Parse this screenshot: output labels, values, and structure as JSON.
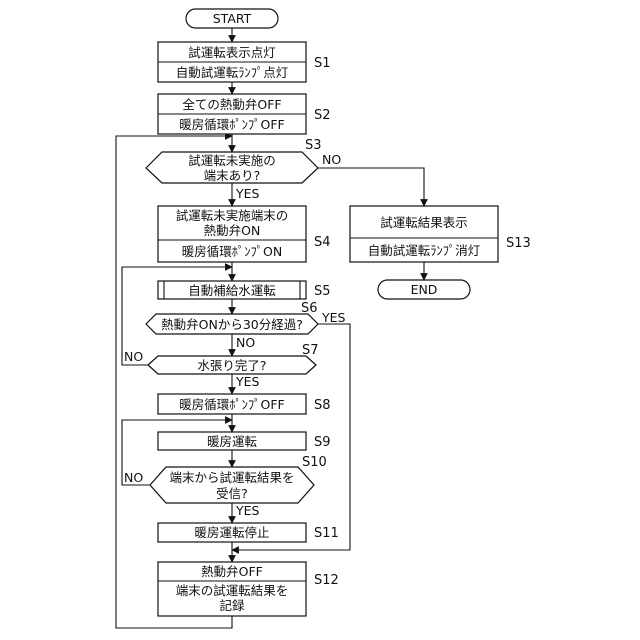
{
  "terminals": {
    "start": "START",
    "end": "END"
  },
  "steps": {
    "s1": {
      "id": "S1",
      "line1": "試運転表示点灯",
      "line2": "自動試運転ﾗﾝﾌﾟ点灯"
    },
    "s2": {
      "id": "S2",
      "line1": "全ての熱動弁OFF",
      "line2": "暖房循環ﾎﾟﾝﾌﾟOFF"
    },
    "s3": {
      "id": "S3",
      "line1": "試運転未実施の",
      "line2": "端末あり?",
      "yes": "YES",
      "no": "NO"
    },
    "s4": {
      "id": "S4",
      "line1": "試運転未実施端末の",
      "line2": "熱動弁ON",
      "line3": "暖房循環ﾎﾟﾝﾌﾟON"
    },
    "s5": {
      "id": "S5",
      "line1": "自動補給水運転"
    },
    "s6": {
      "id": "S6",
      "line1": "熱動弁ONから30分経過?",
      "yes": "YES",
      "no": "NO"
    },
    "s7": {
      "id": "S7",
      "line1": "水張り完了?",
      "yes": "YES",
      "no": "NO"
    },
    "s8": {
      "id": "S8",
      "line1": "暖房循環ﾎﾟﾝﾌﾟOFF"
    },
    "s9": {
      "id": "S9",
      "line1": "暖房運転"
    },
    "s10": {
      "id": "S10",
      "line1": "端末から試運転結果を",
      "line2": "受信?",
      "yes": "YES",
      "no": "NO"
    },
    "s11": {
      "id": "S11",
      "line1": "暖房運転停止"
    },
    "s12": {
      "id": "S12",
      "line1": "熱動弁OFF",
      "line2": "端末の試運転結果を",
      "line3": "記録"
    },
    "s13": {
      "id": "S13",
      "line1": "試運転結果表示",
      "line2": "自動試運転ﾗﾝﾌﾟ消灯"
    }
  }
}
